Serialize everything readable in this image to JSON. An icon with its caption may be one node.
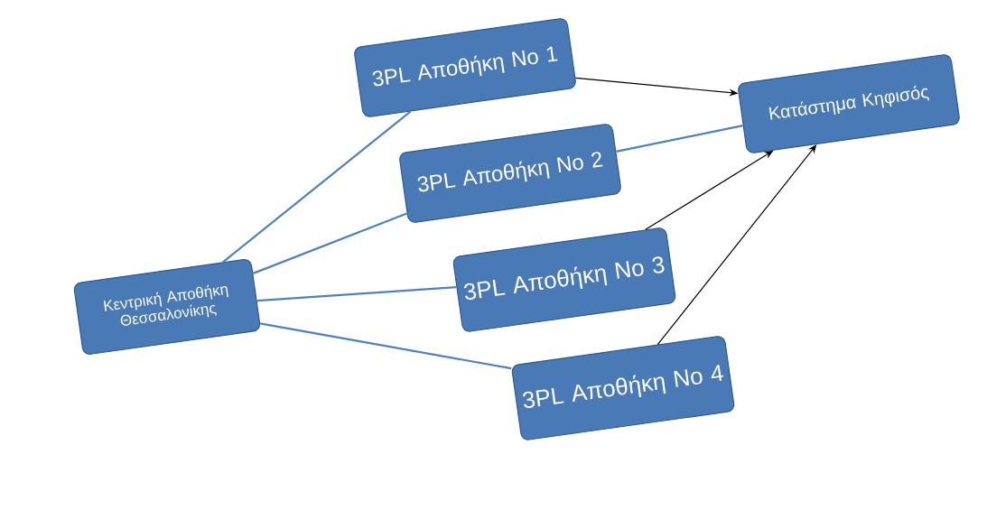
{
  "diagram": {
    "nodes": [
      {
        "text": [
          "Κεντρική Αποθήκη Θεσσαλονίκης"
        ]
      },
      {
        "text": [
          "3PL Αποθήκη No 1"
        ]
      },
      {
        "text": [
          "3PL Αποθήκη No 2"
        ]
      },
      {
        "text": [
          "3PL Αποθήκη No 3"
        ]
      },
      {
        "text": [
          "3PL Αποθήκη No 4"
        ]
      },
      {
        "text": [
          "Κατάστημα Κηφισός"
        ]
      }
    ],
    "edges": [
      {
        "from": 0,
        "to": 1,
        "arrow": "none"
      },
      {
        "from": 0,
        "to": 2,
        "arrow": "none"
      },
      {
        "from": 0,
        "to": 3,
        "arrow": "none"
      },
      {
        "from": 0,
        "to": 4,
        "arrow": "none"
      },
      {
        "from": 1,
        "to": 5,
        "arrow": "to",
        "color": "#000000"
      },
      {
        "from": 2,
        "to": 5,
        "arrow": "none"
      },
      {
        "from": 3,
        "to": 5,
        "arrow": "to",
        "color": "#000000"
      },
      {
        "from": 4,
        "to": 5,
        "arrow": "to",
        "color": "#000000"
      }
    ]
  }
}
